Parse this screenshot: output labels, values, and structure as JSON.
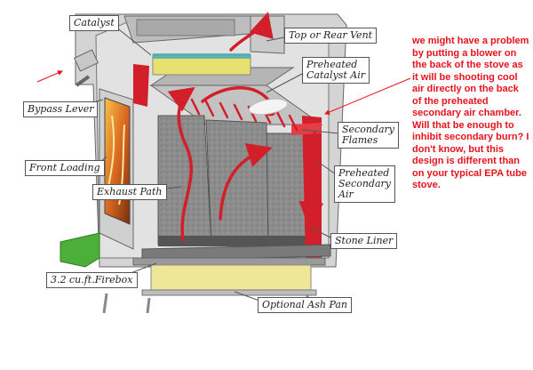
{
  "diagram": {
    "labels": {
      "catalyst": "Catalyst",
      "top_or_rear_vent": "Top or Rear Vent",
      "preheated_catalyst_air": "Preheated\nCatalyst Air",
      "bypass_lever": "Bypass Lever",
      "secondary_flames": "Secondary\nFlames",
      "front_loading": "Front Loading",
      "preheated_secondary_air": "Preheated\nSecondary\nAir",
      "exhaust_path": "Exhaust Path",
      "stone_liner": "Stone Liner",
      "firebox": "3.2 cu.ft.Firebox",
      "optional_ash_pan": "Optional Ash Pan"
    },
    "annotation": "we might have a problem by putting a blower on the back of the stove as it will be shooting cool air directly on the back of the preheated secondary air chamber. Will that be enough to inhibit secondary burn? I don't know, but this design is different than on your typical EPA tube stove.",
    "colors": {
      "annotation": "#e8121b",
      "stone": "#8d8d8d",
      "frame": "#cfcfcf",
      "air_channel": "#d21f2a",
      "catalyst": "#e8e070",
      "ash_pan": "#eee79a",
      "grate": "#4caf3a"
    }
  }
}
